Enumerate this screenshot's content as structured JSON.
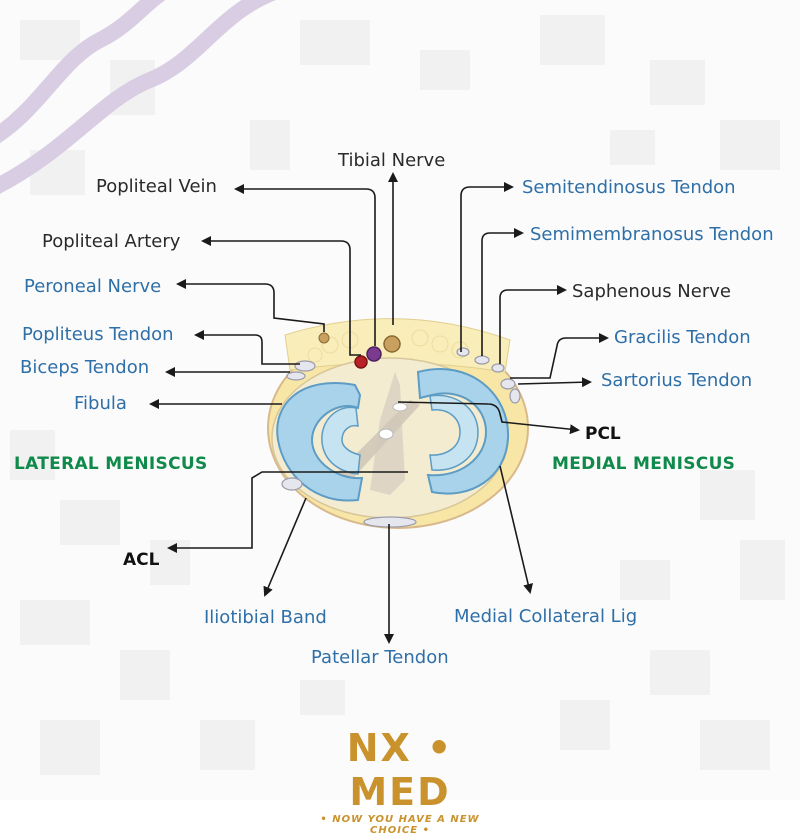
{
  "labels": {
    "tibial_nerve": "Tibial Nerve",
    "popliteal_vein": "Popliteal Vein",
    "popliteal_artery": "Popliteal Artery",
    "peroneal_nerve": "Peroneal Nerve",
    "popliteus_tendon": "Popliteus Tendon",
    "biceps_tendon": "Biceps Tendon",
    "fibula": "Fibula",
    "lateral_meniscus": "LATERAL MENISCUS",
    "acl": "ACL",
    "iliotibial_band": "Iliotibial Band",
    "patellar_tendon": "Patellar Tendon",
    "semitendinosus_tendon": "Semitendinosus Tendon",
    "semimembranosus_tendon": "Semimembranosus Tendon",
    "saphenous_nerve": "Saphenous Nerve",
    "gracilis_tendon": "Gracilis Tendon",
    "sartorius_tendon": "Sartorius Tendon",
    "pcl": "PCL",
    "medial_meniscus": "MEDIAL MENISCUS",
    "medial_collateral_lig": "Medial Collateral Lig"
  },
  "logo": {
    "name": "NX • MED",
    "tagline": "• NOW YOU HAVE A NEW CHOICE •"
  },
  "colors": {
    "label_dark": "#2a2a2a",
    "label_blue": "#2f6fa8",
    "meniscus_label_green": "#0f8a4a",
    "meniscus_fill": "#a9d3ea",
    "fat_pad_fill": "#f7e6a6",
    "tibia_fill": "#f3ecd0",
    "logo_gold": "#c9922c",
    "wave_purple": "#d9cde3"
  },
  "icons": [
    "arrow-head-icon"
  ]
}
